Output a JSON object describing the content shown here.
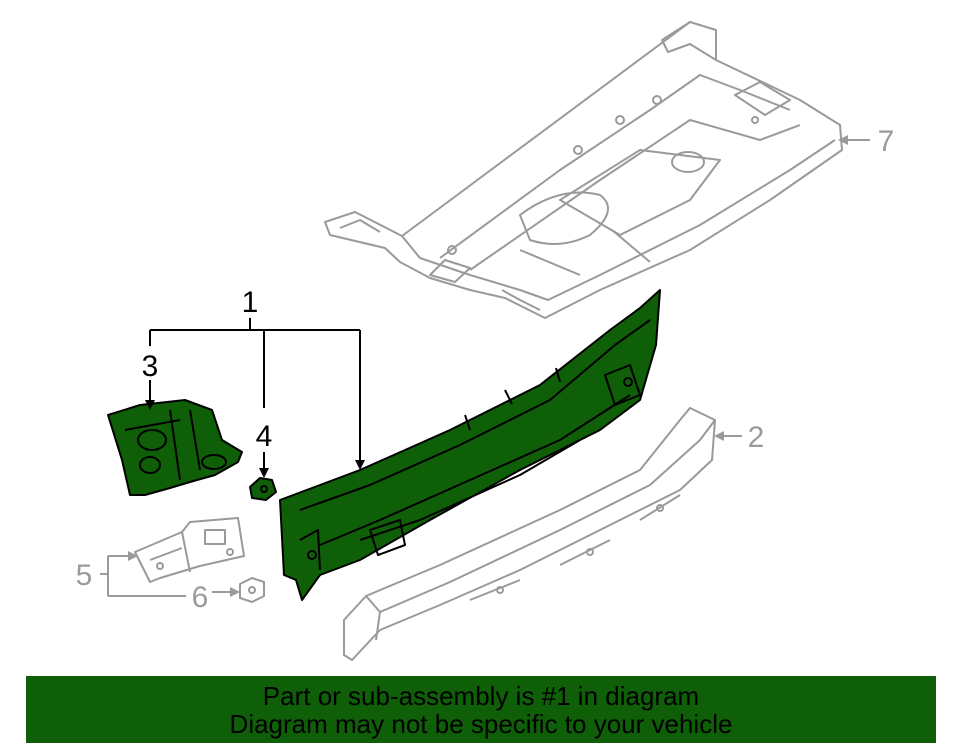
{
  "colors": {
    "highlight": "#0e5f07",
    "outline_dark": "#000000",
    "outline_grey": "#9a9a9a",
    "banner_bg": "#0e5f07"
  },
  "callouts": {
    "c1": "1",
    "c2": "2",
    "c3": "3",
    "c4": "4",
    "c5": "5",
    "c6": "6",
    "c7": "7"
  },
  "banner": {
    "line1": "Part or sub-assembly is #1 in diagram",
    "line2": "Diagram may not be specific to your vehicle"
  }
}
